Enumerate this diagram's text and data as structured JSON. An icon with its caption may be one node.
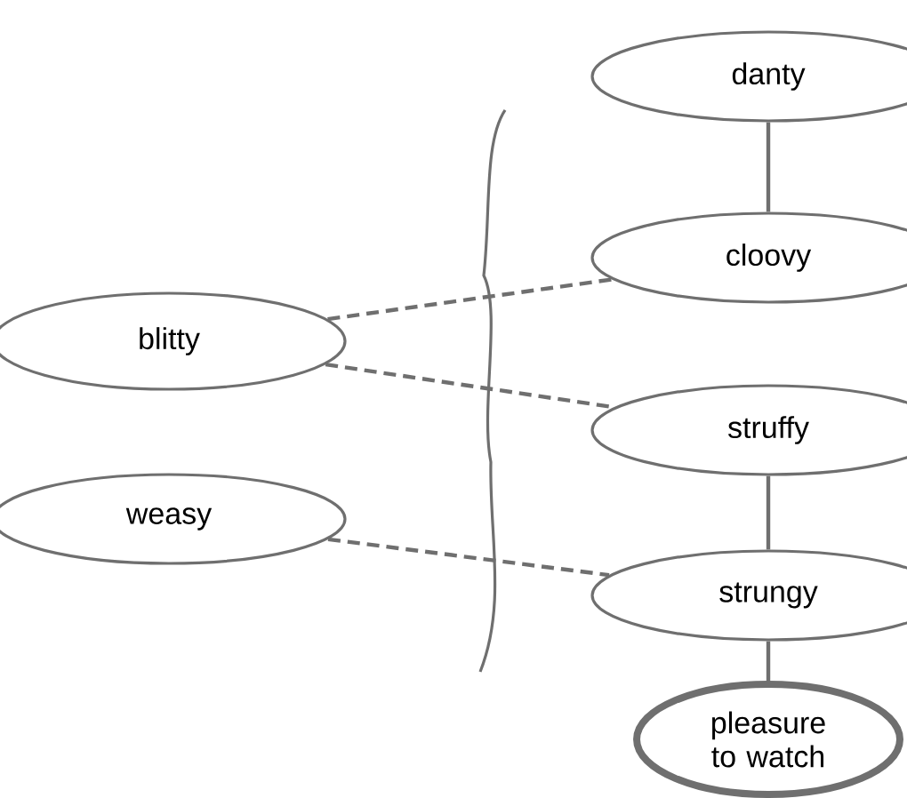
{
  "diagram": {
    "nodes": [
      {
        "text": [
          "danty"
        ]
      },
      {
        "text": [
          "cloovy"
        ]
      },
      {
        "text": [
          "blitty"
        ]
      },
      {
        "text": [
          "struffy"
        ]
      },
      {
        "text": [
          "weasy"
        ]
      },
      {
        "text": [
          "strungy"
        ]
      },
      {
        "text": [
          "pleasure to watch"
        ]
      }
    ],
    "edges": [
      {
        "from": 0,
        "to": 1,
        "arrow": "none"
      },
      {
        "from": 2,
        "to": 1,
        "arrow": "none",
        "style": "dashed"
      },
      {
        "from": 2,
        "to": 3,
        "arrow": "none",
        "style": "dashed"
      },
      {
        "from": 4,
        "to": 5,
        "arrow": "none",
        "style": "dashed"
      },
      {
        "from": 3,
        "to": 5,
        "arrow": "none"
      },
      {
        "from": 5,
        "to": 6,
        "arrow": "none"
      }
    ]
  }
}
